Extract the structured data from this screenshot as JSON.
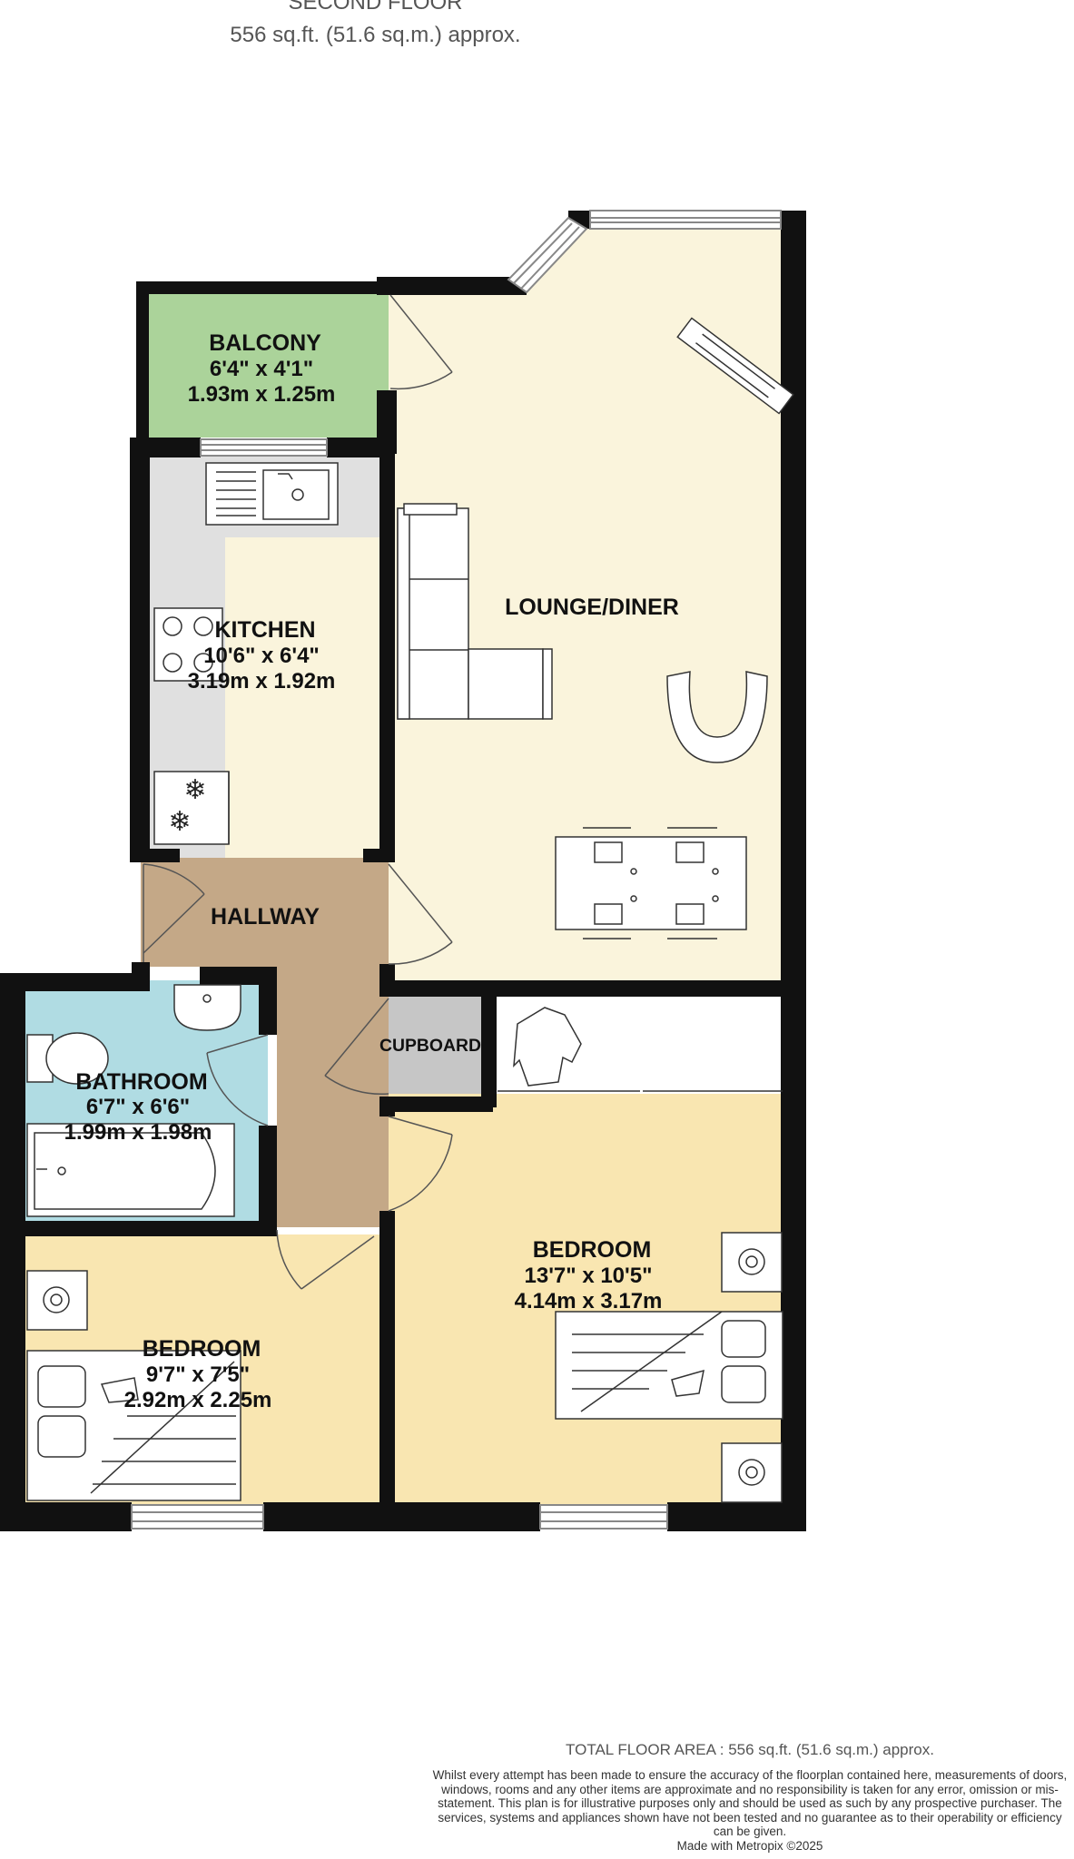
{
  "header": {
    "floor_name": "SECOND FLOOR",
    "floor_area": "556 sq.ft. (51.6 sq.m.) approx."
  },
  "rooms": {
    "balcony": {
      "name": "BALCONY",
      "imperial": "6'4\"  x 4'1\"",
      "metric": "1.93m  x 1.25m"
    },
    "kitchen": {
      "name": "KITCHEN",
      "imperial": "10'6\"  x 6'4\"",
      "metric": "3.19m  x 1.92m"
    },
    "lounge": {
      "name": "LOUNGE/DINER"
    },
    "hallway": {
      "name": "HALLWAY"
    },
    "cupboard": {
      "name": "CUPBOARD"
    },
    "bathroom": {
      "name": "BATHROOM",
      "imperial": "6'7\"  x 6'6\"",
      "metric": "1.99m  x 1.98m"
    },
    "bedroom_large": {
      "name": "BEDROOM",
      "imperial": "13'7\"  x 10'5\"",
      "metric": "4.14m  x 3.17m"
    },
    "bedroom_small": {
      "name": "BEDROOM",
      "imperial": "9'7\"  x 7'5\"",
      "metric": "2.92m  x 2.25m"
    }
  },
  "colors": {
    "wall": "#111111",
    "balcony": "#abd39a",
    "lounge": "#faf4dc",
    "kitchen_counter": "#e0e0e0",
    "hallway": "#c4a887",
    "cupboard": "#c6c6c6",
    "bathroom": "#b0dce3",
    "bedroom": "#f9e6b1"
  },
  "footer": {
    "total_area": "TOTAL FLOOR AREA : 556 sq.ft. (51.6 sq.m.) approx.",
    "disclaimer": "Whilst every attempt has been made to ensure the accuracy of the floorplan contained here, measurements of doors, windows, rooms and any other items are approximate and no responsibility is taken for any error, omission or mis-statement. This plan is for illustrative purposes only and should be used as such by any prospective purchaser. The services, systems and appliances shown have not been tested and no guarantee as to their operability or efficiency can be given.",
    "credit": "Made with Metropix ©2025"
  }
}
